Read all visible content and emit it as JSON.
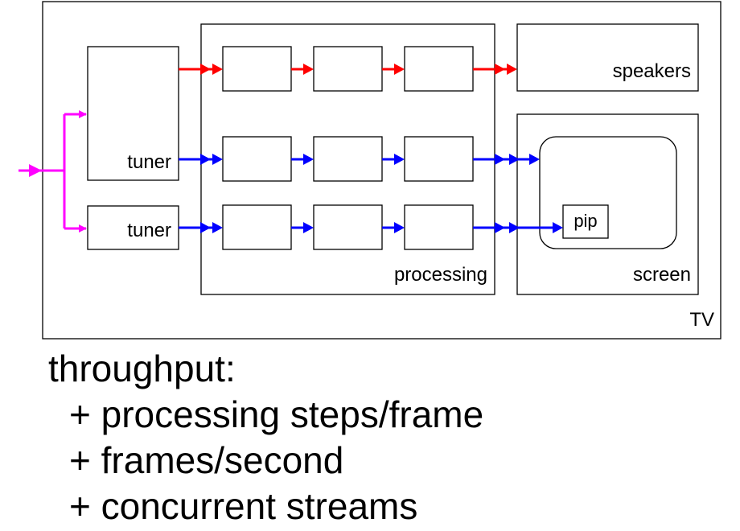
{
  "diagram": {
    "container_label": "TV",
    "tuner_label_1": "tuner",
    "tuner_label_2": "tuner",
    "processing_label": "processing",
    "speakers_label": "speakers",
    "screen_label": "screen",
    "pip_label": "pip",
    "colors": {
      "input": "#ff00ff",
      "audio": "#ff0000",
      "video": "#0000ff",
      "outline": "#000000"
    }
  },
  "notes": {
    "heading": "throughput:",
    "items": [
      "+ processing steps/frame",
      "+ frames/second",
      "+ concurrent streams"
    ]
  }
}
